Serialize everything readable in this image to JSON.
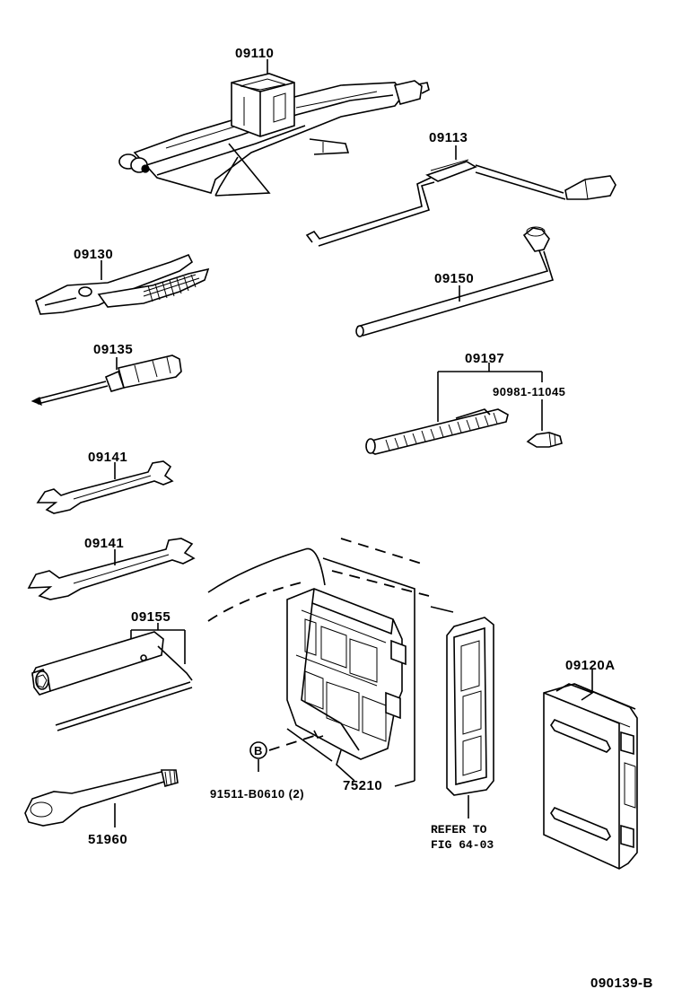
{
  "parts": {
    "jack": "09110",
    "jack_handle": "09113",
    "pliers": "09130",
    "screwdriver": "09135",
    "wrench_1": "09141",
    "wrench_2": "09141",
    "wheel_nut_wrench": "09150",
    "tire_gauge_set": "09197",
    "valve_core": "90981-11045",
    "plug_wrench": "09155",
    "tool_bag": "09120A",
    "towing_eye": "51960",
    "tool_box": "75210",
    "bolt_marker": "B",
    "bolt": "91511-B0610 (2)"
  },
  "reference": {
    "line1": "REFER TO",
    "line2": "FIG 64-03"
  },
  "diagram_id": "090139-B"
}
